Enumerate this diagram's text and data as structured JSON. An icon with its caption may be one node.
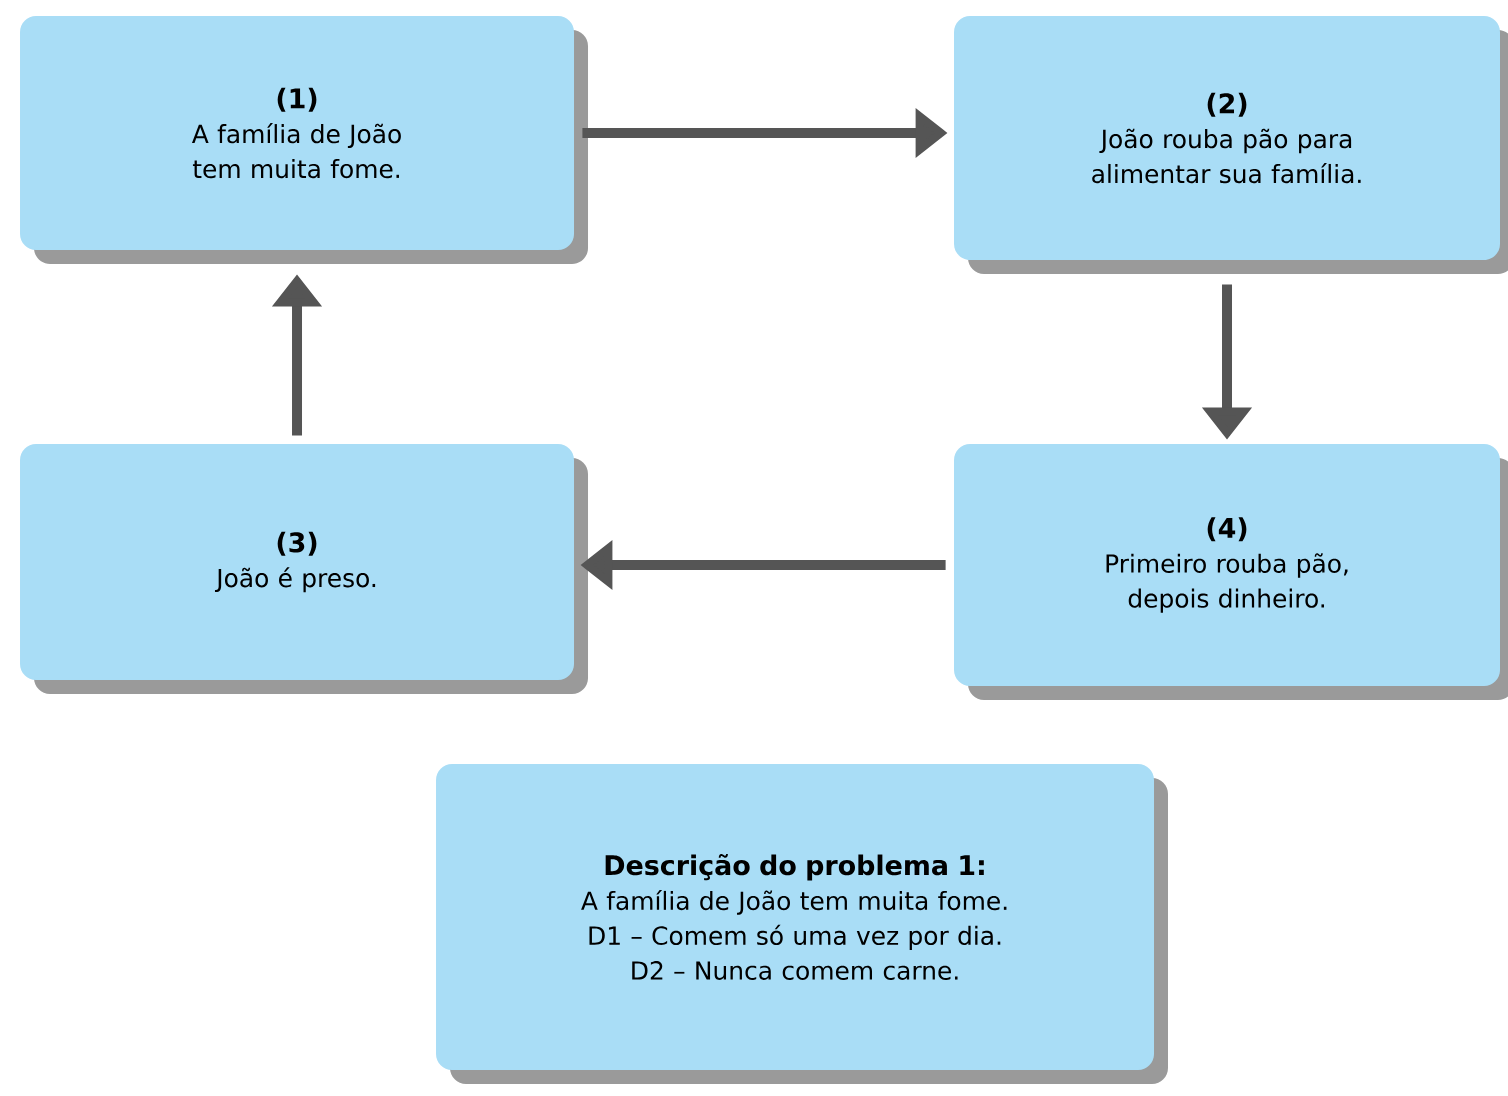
{
  "diagram": {
    "nodes": [
      {
        "text": [
          "(1)",
          "A família de João tem muita fome."
        ]
      },
      {
        "text": [
          "(2)",
          "João rouba pão para alimentar sua família."
        ]
      },
      {
        "text": [
          "(3)",
          "João é preso."
        ]
      },
      {
        "text": [
          "(4)",
          "Primeiro rouba pão, depois dinheiro."
        ]
      },
      {
        "text": [
          "Descrição do problema 1:",
          "A família de João tem muita fome.",
          "D1 – Comem só uma vez por dia.",
          "D2 – Nunca comem carne."
        ]
      }
    ],
    "edges": [
      {
        "from": 0,
        "to": 1,
        "arrow": "to"
      },
      {
        "from": 1,
        "to": 3,
        "arrow": "to"
      },
      {
        "from": 3,
        "to": 2,
        "arrow": "to"
      },
      {
        "from": 2,
        "to": 0,
        "arrow": "to"
      }
    ]
  }
}
